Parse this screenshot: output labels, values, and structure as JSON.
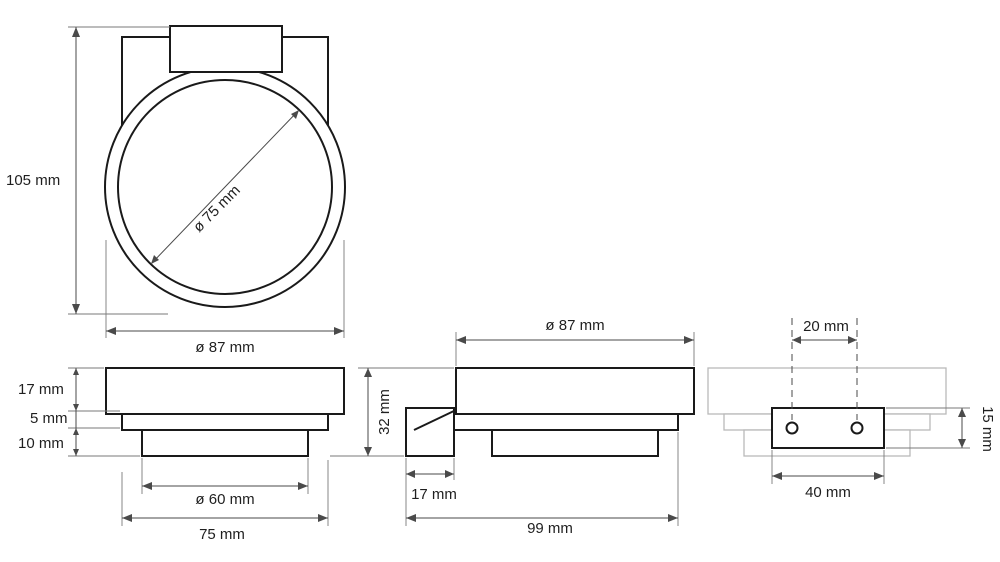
{
  "labels": {
    "front_height": "105 mm",
    "front_inner_diameter": "ø 75 mm",
    "front_outer_diameter": "ø 87 mm",
    "side_top_height": "17 mm",
    "side_mid_height": "5 mm",
    "side_bottom_height": "10 mm",
    "side_inner_diameter": "ø 60 mm",
    "side_base_width": "75 mm",
    "profile_height": "32 mm",
    "profile_diameter": "ø 87 mm",
    "profile_bracket_width": "17 mm",
    "profile_depth": "99 mm",
    "rear_hole_spacing": "20 mm",
    "rear_bracket_width": "40 mm",
    "rear_bracket_height": "15 mm"
  },
  "colors": {
    "outline": "#1a1a1a",
    "hidden_outline": "#b9b9b9",
    "dimension_line": "#4a4a4a"
  }
}
